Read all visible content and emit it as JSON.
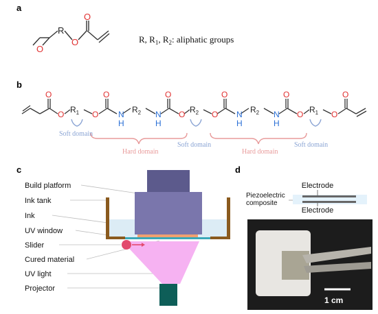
{
  "panels": {
    "a": {
      "letter": "a",
      "legend": "R, R1, R2: aliphatic groups",
      "atoms": {
        "O1": "O",
        "R": "R",
        "O2": "O",
        "O3": "O"
      }
    },
    "b": {
      "letter": "b",
      "atoms": {
        "O": "O",
        "R1": "R",
        "R1sub": "1",
        "R2": "R",
        "R2sub": "2",
        "N": "N",
        "H": "H"
      },
      "domains": {
        "soft": "Soft domain",
        "hard": "Hard domain"
      },
      "colors": {
        "soft": "#8aa4d4",
        "hard": "#e89a9a",
        "oxygen": "#e03030",
        "nitrogen": "#2a6fd6"
      }
    },
    "c": {
      "letter": "c",
      "labels": [
        "Build platform",
        "Ink tank",
        "Ink",
        "UV window",
        "Slider",
        "Cured material",
        "UV light",
        "Projector"
      ]
    },
    "d": {
      "letter": "d",
      "electrode_top": "Electrode",
      "electrode_bottom": "Electrode",
      "composite": "Piezoelectric\ncomposite",
      "composite_line1": "Piezoelectric",
      "composite_line2": "composite",
      "scale_bar": "1 cm"
    }
  }
}
